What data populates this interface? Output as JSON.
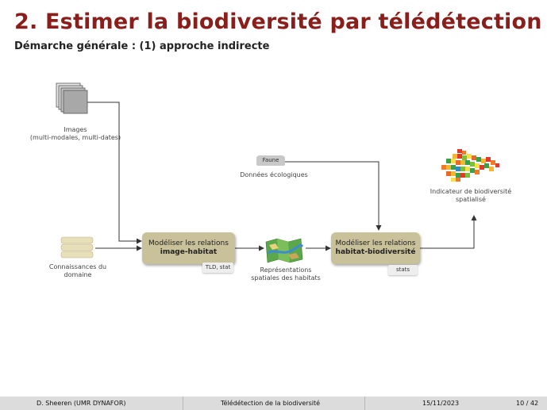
{
  "header": {
    "title": "2. Estimer la biodiversité par télédétection",
    "subtitle": "Démarche générale : (1) approche indirecte"
  },
  "diagram": {
    "images_label_line1": "Images",
    "images_label_line2": "(multi-modales, multi-dates)",
    "faune_label": "Faune",
    "donnees_label": "Données écologiques",
    "indicator_line1": "Indicateur de biodiversité",
    "indicator_line2": "spatialisé",
    "connaissances_line1": "Connaissances du",
    "connaissances_line2": "domaine",
    "box1_line1": "Modéliser les relations",
    "box1_line2": "image-habitat",
    "box1_tag": "TLD, stat",
    "representations_line1": "Représentations",
    "representations_line2": "spatiales des habitats",
    "box2_line1": "Modéliser les relations",
    "box2_line2": "habitat-biodiversité",
    "box2_tag": "stats"
  },
  "footer": {
    "author": "D. Sheeren  (UMR DYNAFOR)",
    "talk": "Télédétection de la biodiversité",
    "date": "15/11/2023",
    "page": "10 / 42"
  },
  "colors": {
    "title": "#8a1e1a",
    "box": "#c9c199",
    "footer": "#dcdcdc"
  }
}
